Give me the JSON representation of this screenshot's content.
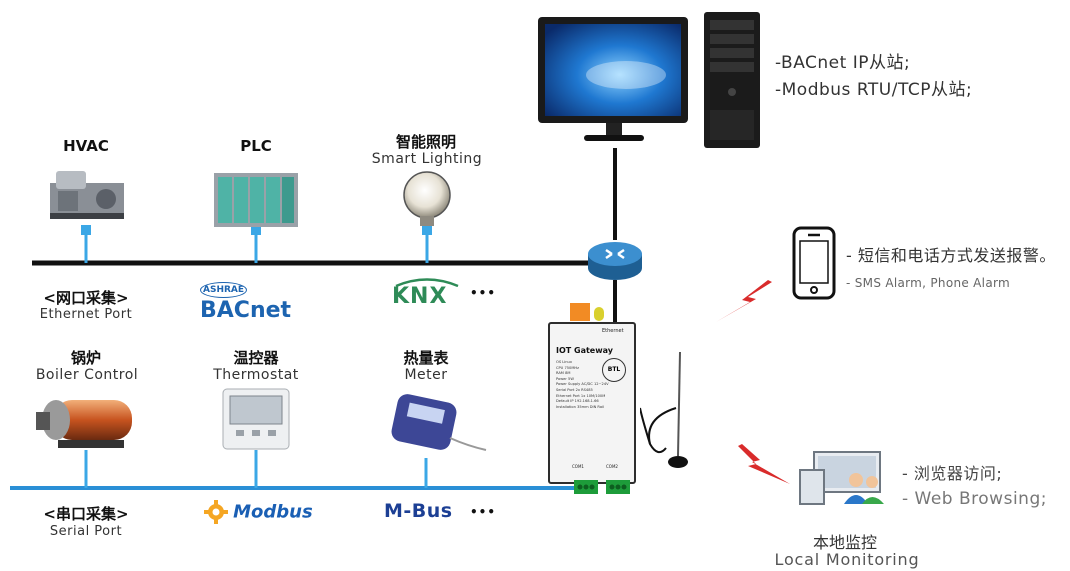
{
  "server_notes": {
    "line1": "-BACnet IP从站;",
    "line2": "-Modbus RTU/TCP从站;"
  },
  "ethernet_devices": [
    {
      "cn": "HVAC",
      "en": ""
    },
    {
      "cn": "PLC",
      "en": ""
    },
    {
      "cn": "智能照明",
      "en": "Smart Lighting"
    }
  ],
  "serial_devices": [
    {
      "cn": "锅炉",
      "en": "Boiler Control"
    },
    {
      "cn": "温控器",
      "en": "Thermostat"
    },
    {
      "cn": "热量表",
      "en": "Meter"
    }
  ],
  "ethernet_bus": {
    "cn": "<网口采集>",
    "en": "Ethernet Port"
  },
  "serial_bus": {
    "cn": "<串口采集>",
    "en": "Serial Port"
  },
  "protocols": {
    "bacnet": "BACnet",
    "knx": "KNX",
    "modbus": "Modbus",
    "mbus": "M-Bus",
    "ellipsis": "•••"
  },
  "alarm": {
    "cn": "- 短信和电话方式发送报警。",
    "en": "- SMS Alarm, Phone Alarm"
  },
  "web": {
    "cn": "- 浏览器访问;",
    "en": "- Web Browsing;"
  },
  "local": {
    "cn": "本地监控",
    "en": "Local Monitoring"
  },
  "gateway": {
    "title": "IOT Gateway",
    "badge": "BTL",
    "top_right": "Ethernet",
    "specs": [
      [
        "OS",
        "Linux"
      ],
      [
        "CPU",
        "750MHz"
      ],
      [
        "RAM",
        "8M"
      ],
      [
        "Power",
        "5W"
      ],
      [
        "Power Supply",
        "AC/DC 12~24V"
      ],
      [
        "Serial Port",
        "2x RS485"
      ],
      [
        "Ethernet Port",
        "1x 10M/100M"
      ],
      [
        "Default IP",
        "192.168.1.66"
      ],
      [
        "Installation",
        "35mm DIN Rail"
      ]
    ],
    "bottom_left": "COM1",
    "bottom_right": "COM2"
  },
  "colors": {
    "bus_black": "#111111",
    "bus_blue": "#2a8fd6",
    "drop_blue": "#3ba7e6",
    "bacnet_blue": "#1d64b0",
    "knx_green": "#2e8b57",
    "modbus_blue": "#1a5fb4",
    "mbus_blue": "#1c3f94",
    "bolt_red": "#d92b2b"
  }
}
